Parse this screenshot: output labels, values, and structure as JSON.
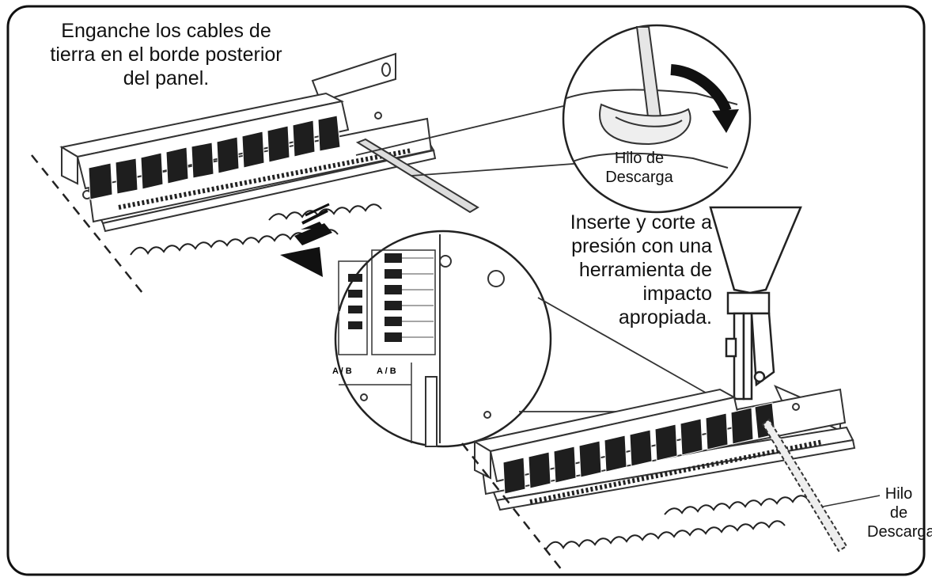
{
  "figure": {
    "caption_hook_lines": [
      "Enganche los cables de",
      "tierra en el borde posterior",
      "del panel."
    ],
    "caption_punch_lines": [
      "Inserte y corte a",
      "presión con una",
      "herramienta de",
      "impacto",
      "apropiada."
    ],
    "drain_wire_zoom_lines": [
      "Hilo de",
      "Descarga"
    ],
    "drain_wire_bottom_lines": [
      "Hilo",
      "de",
      "Descarga"
    ],
    "terminal_marks": [
      "A / B",
      "A / B"
    ]
  },
  "colors": {
    "ink": "#111111",
    "block": "#1e1e1e",
    "outline": "#333333",
    "background": "#ffffff"
  }
}
